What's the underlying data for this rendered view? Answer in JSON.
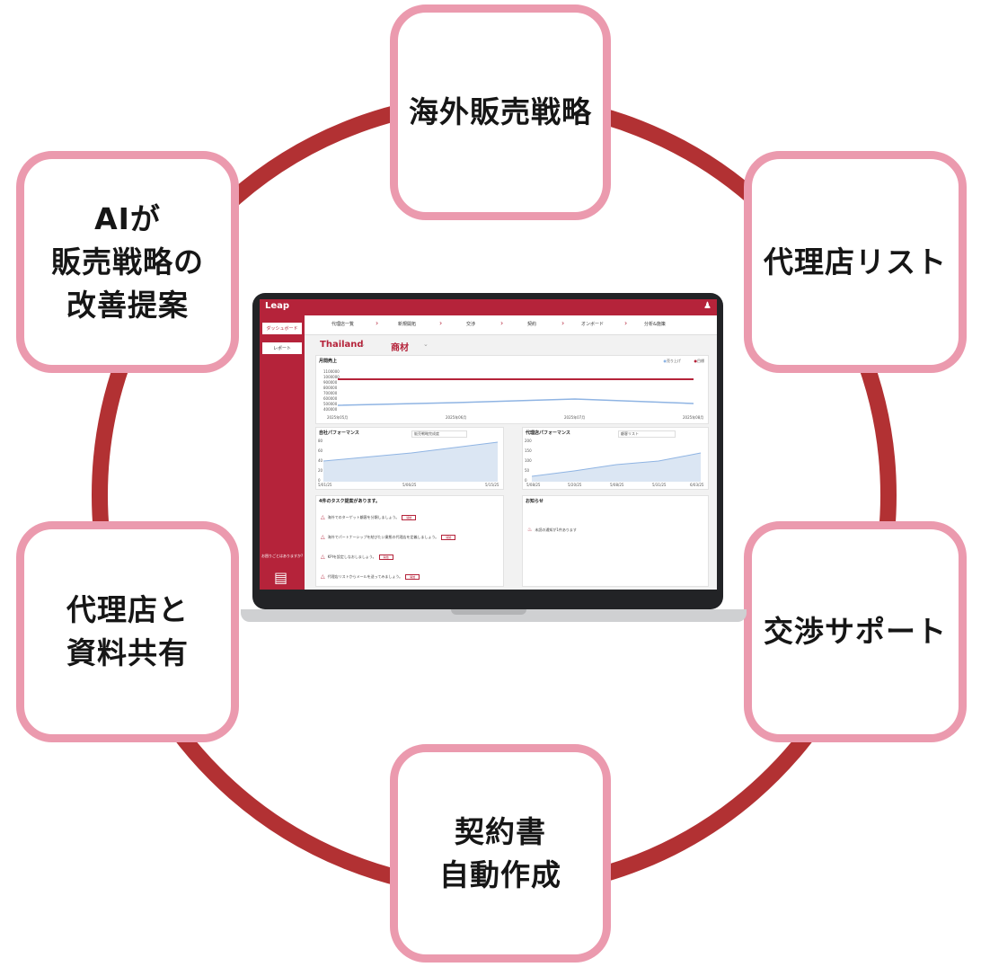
{
  "nodes": {
    "top": "海外販売戦略",
    "right_upper": "代理店リスト",
    "right_lower": "交渉サポート",
    "bottom": "契約書\n自動作成",
    "left_lower": "代理店と\n資料共有",
    "left_upper": "AIが\n販売戦略の\n改善提案"
  },
  "colors": {
    "ring": "#b23133",
    "node_border": "#eb9aae",
    "brand": "#b5233a"
  },
  "screen": {
    "logo": "Leap",
    "sidebar": {
      "dashboard": "ダッシュボード",
      "report": "レポート",
      "help": "お困りごとはありますか?"
    },
    "nav": [
      "代理店一覧",
      "新規開拓",
      "交渉",
      "契約",
      "オンボード",
      "分析&施策"
    ],
    "country": "Thailand",
    "product": "商材",
    "sales_card": {
      "title": "月間売上",
      "legend_actual": "売り上げ",
      "legend_target": "目標",
      "yticks": [
        "1100000",
        "1000000",
        "900000",
        "800000",
        "700000",
        "600000",
        "500000",
        "400000"
      ],
      "xticks": [
        "2025年05月",
        "2025年06月",
        "2025年07月",
        "2025年08月"
      ]
    },
    "own_perf": {
      "title": "自社パフォーマンス",
      "select": "販売戦略完成度",
      "yticks": [
        "80",
        "60",
        "40",
        "20",
        "0"
      ],
      "xticks": [
        "5/01/25",
        "5/06/25",
        "5/15/25"
      ]
    },
    "agent_perf": {
      "title": "代理店パフォーマンス",
      "select": "顧客リスト",
      "yticks": [
        "200",
        "150",
        "100",
        "50",
        "0"
      ],
      "xticks": [
        "5/08/25",
        "5/20/25",
        "5/08/25",
        "5/31/25",
        "6/03/25"
      ]
    },
    "tasks": {
      "title": "4件のタスク提案があります。",
      "items": [
        "海外でのターゲット顧客を分類しましょう。",
        "海外でパートナーシップを結びたい業態の代理店を定義しましょう。",
        "KPIを設定しなおしましょう。",
        "代理店リストからメールを送ってみましょう。"
      ],
      "button": "開始"
    },
    "notice": {
      "title": "お知らせ",
      "item": "未読の通知が1件あります"
    }
  }
}
